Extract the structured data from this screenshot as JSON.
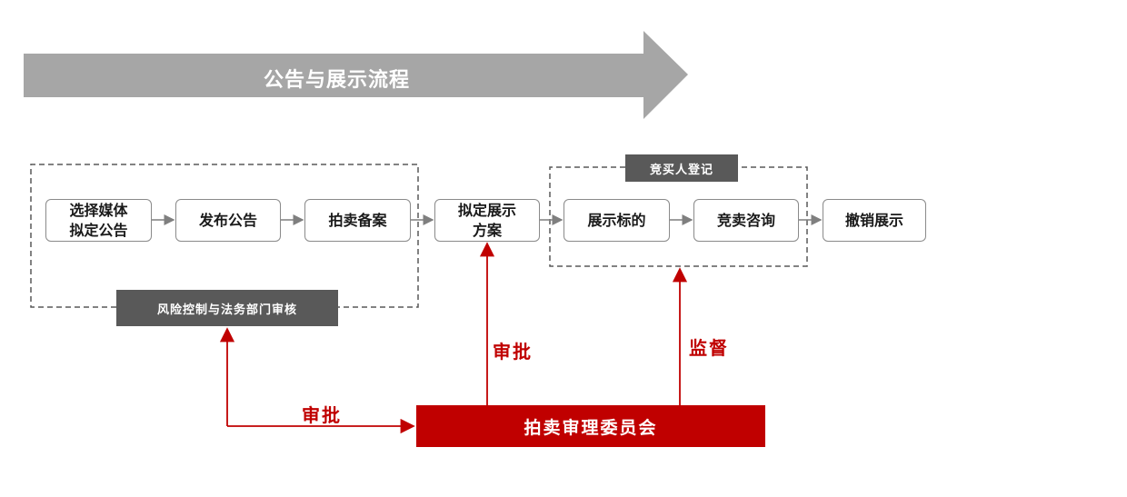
{
  "banner": {
    "title": "公告与展示流程",
    "color": "#a6a6a6"
  },
  "steps": [
    {
      "id": "s1",
      "line1": "选择媒体",
      "line2": "拟定公告"
    },
    {
      "id": "s2",
      "line1": "发布公告",
      "line2": ""
    },
    {
      "id": "s3",
      "line1": "拍卖备案",
      "line2": ""
    },
    {
      "id": "s4",
      "line1": "拟定展示",
      "line2": "方案"
    },
    {
      "id": "s5",
      "line1": "展示标的",
      "line2": ""
    },
    {
      "id": "s6",
      "line1": "竞卖咨询",
      "line2": ""
    },
    {
      "id": "s7",
      "line1": "撤销展示",
      "line2": ""
    }
  ],
  "groups": {
    "risk_label": "风险控制与法务部门审核",
    "register_label": "竞买人登记"
  },
  "committee": {
    "label": "拍卖审理委员会",
    "color": "#c00000"
  },
  "edge_labels": {
    "approve_left": "审批",
    "approve_middle": "审批",
    "supervise": "监督"
  },
  "colors": {
    "accent_red": "#c00000",
    "dark_label": "#595959",
    "box_border": "#8a8a8a"
  }
}
